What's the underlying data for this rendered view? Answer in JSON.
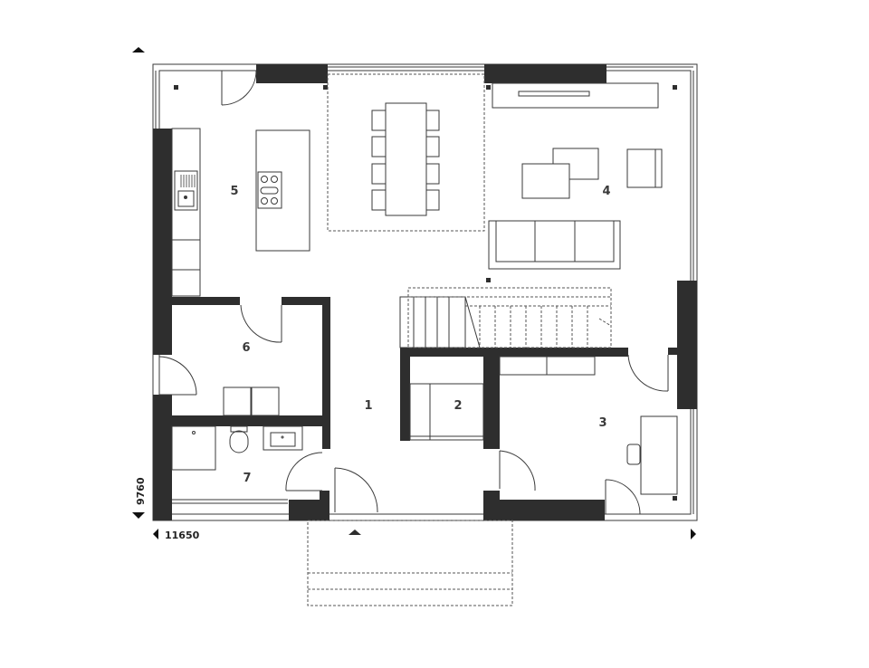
{
  "dimensions": {
    "width_label": "11650",
    "height_label": "9760"
  },
  "rooms": [
    {
      "number": "1",
      "id": "hall"
    },
    {
      "number": "2",
      "id": "storage"
    },
    {
      "number": "3",
      "id": "bedroom"
    },
    {
      "number": "4",
      "id": "living-dining"
    },
    {
      "number": "5",
      "id": "kitchen"
    },
    {
      "number": "6",
      "id": "utility"
    },
    {
      "number": "7",
      "id": "bathroom"
    }
  ],
  "colors": {
    "wall": "#2e2e2e",
    "line": "#3a3a3a",
    "dashed": "#555555"
  }
}
